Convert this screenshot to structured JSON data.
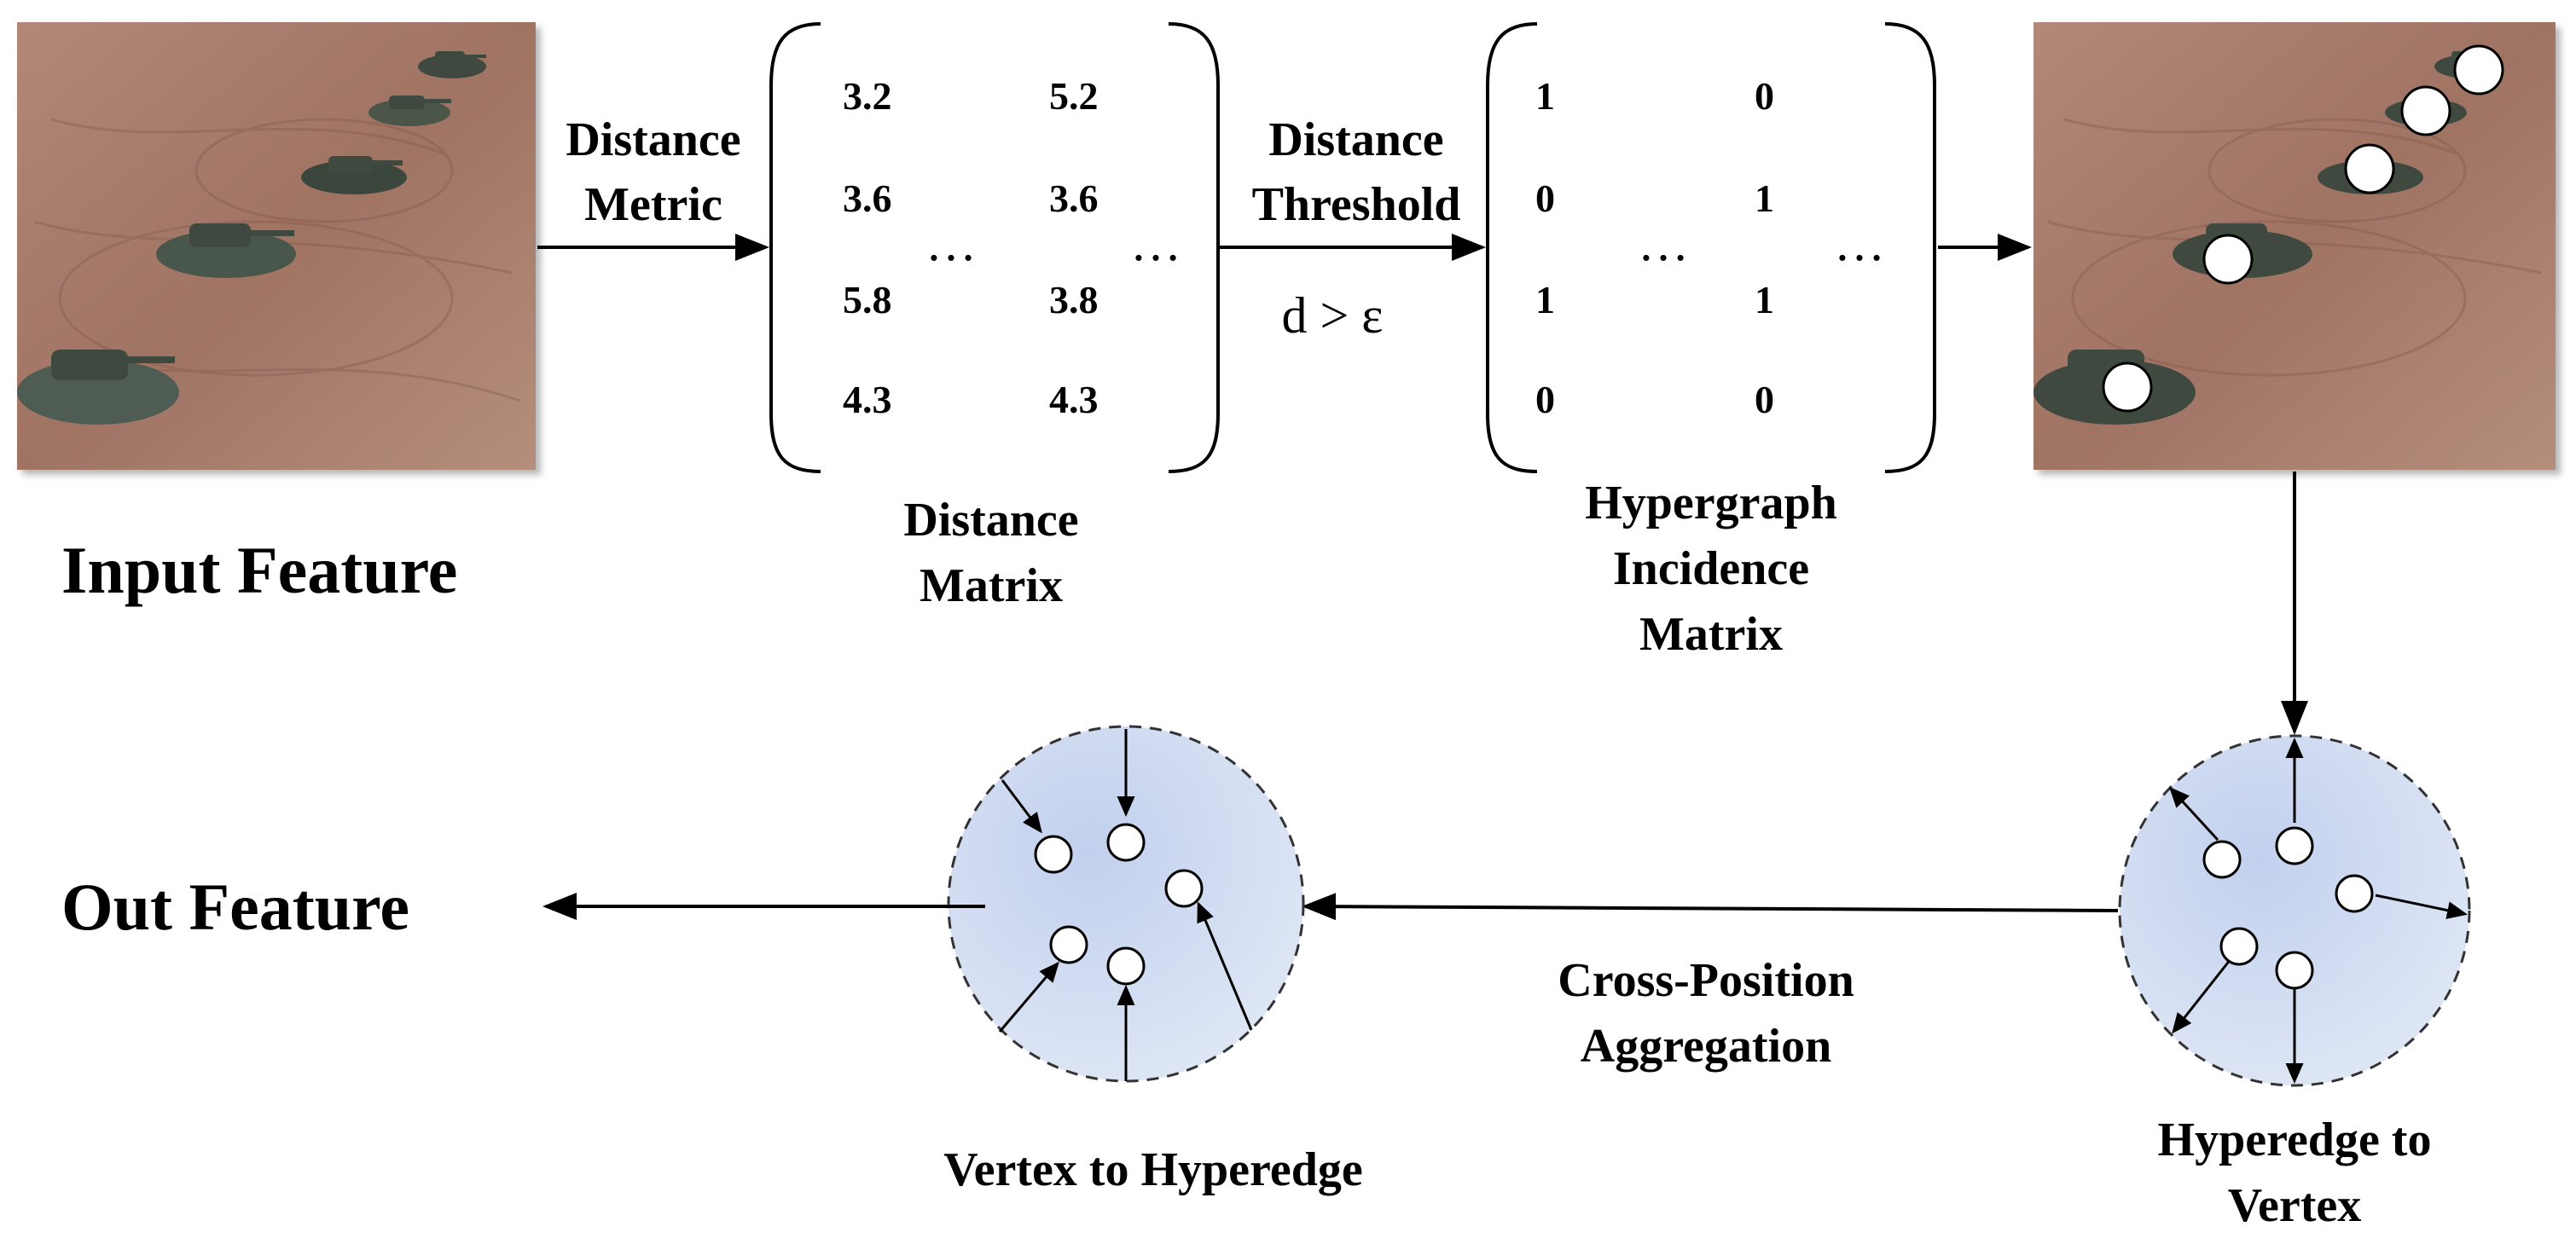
{
  "labels": {
    "input_feature": "Input Feature",
    "out_feature": "Out Feature",
    "distance_metric_l1": "Distance",
    "distance_metric_l2": "Metric",
    "distance_threshold_l1": "Distance",
    "distance_threshold_l2": "Threshold",
    "threshold_formula": "d > ε",
    "distance_matrix_l1": "Distance",
    "distance_matrix_l2": "Matrix",
    "incidence_l1": "Hypergraph",
    "incidence_l2": "Incidence",
    "incidence_l3": "Matrix",
    "cross_l1": "Cross-Position",
    "cross_l2": "Aggregation",
    "v2h": "Vertex to Hyperedge",
    "h2v_l1": "Hyperedge to",
    "h2v_l2": "Vertex",
    "ellipsis": "…"
  },
  "distance_matrix": {
    "left_col": [
      "3.2",
      "3.6",
      "5.8",
      "4.3"
    ],
    "right_col": [
      "5.2",
      "3.6",
      "3.8",
      "4.3"
    ]
  },
  "incidence_matrix": {
    "left_col": [
      "1",
      "0",
      "1",
      "0"
    ],
    "right_col": [
      "0",
      "1",
      "1",
      "0"
    ]
  },
  "colors": {
    "ground": "#a6786a",
    "circle_fill": "#cfdaf0",
    "circle_stroke": "#333333",
    "arrow": "#000000"
  }
}
